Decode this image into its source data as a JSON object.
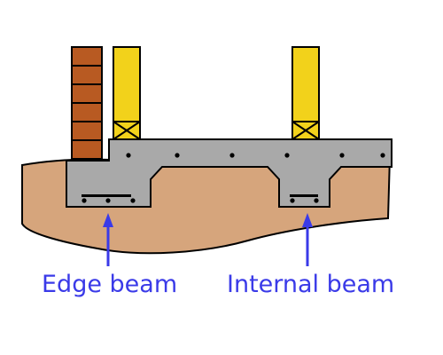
{
  "labels": {
    "edge_beam": "Edge beam",
    "internal_beam": "Internal beam"
  },
  "colors": {
    "soil": "#D6A57C",
    "concrete": "#A9A9A9",
    "brick": "#B85A22",
    "timber": "#F2D21B",
    "outline": "#000000",
    "arrow": "#3A3AE8",
    "label_text": "#3A3AE8"
  },
  "icons": {
    "reinforcement_bar": "rebar-dot",
    "tie_bar": "rebar-bar"
  }
}
